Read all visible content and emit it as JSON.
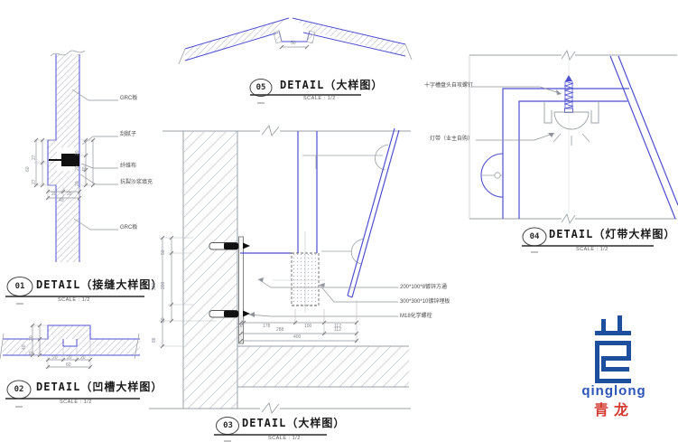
{
  "colors": {
    "cad_blue": "#4d4fd0",
    "logo_blue": "#1d4f9e",
    "logo_red": "#d23c32",
    "hatch_gray": "#c9ccd3",
    "dim_gray": "#8f939b",
    "anchor_black": "#111111"
  },
  "scale_label": "SCALE : 1/2",
  "details": {
    "d01": {
      "number": "01",
      "title": "DETAIL（接缝大样图）",
      "labels": {
        "grc_top": "GRC板",
        "putty": "刮腻子",
        "fiber_cloth": "纤维布",
        "mortar_fill": "抗裂沙浆填充",
        "grc_bottom": "GRC板"
      },
      "dims": {
        "left_top": "27",
        "left_bottom": "27",
        "left_total": "60",
        "bottom_1": "20",
        "bottom_2": "20",
        "bottom_total": "40",
        "right_1": "20",
        "right_2": "20",
        "right_3": "20",
        "right_total": "40"
      }
    },
    "d02": {
      "number": "02",
      "title": "DETAIL（凹槽大样图）",
      "dims": {
        "left_1": "20",
        "left_2": "20",
        "left_total": "40",
        "bottom_1": "20",
        "bottom_2": "20",
        "bottom_3": "20",
        "bottom_total": "60"
      }
    },
    "d03": {
      "number": "03",
      "title": "DETAIL（大样图）",
      "labels": {
        "square_tube": "200*100*8镀锌方通",
        "embed_plate": "300*300*10镀锌埋板",
        "chem_anchor": "M18化学螺栓"
      },
      "dims": {
        "left_seg1": "50",
        "left_seg2": "200",
        "left_seg3": "50",
        "left_total": "300",
        "left_lower": "86",
        "bot_1": "10",
        "bot_2": "178",
        "bot_3": "100",
        "bot_4": "112",
        "bot_sub1": "288",
        "bot_sub2": "112",
        "bot_total": "400"
      }
    },
    "d04": {
      "number": "04",
      "title": "DETAIL（灯带大样图）",
      "labels": {
        "screw": "十字槽盘头自攻螺钉",
        "light_strip": "灯带（业主自购）"
      }
    },
    "d05": {
      "number": "05",
      "title": "DETAIL（大样图）",
      "dims": {
        "notch_width": "50"
      }
    }
  },
  "logo": {
    "latin": "qinglong",
    "cjk": "青龙"
  }
}
